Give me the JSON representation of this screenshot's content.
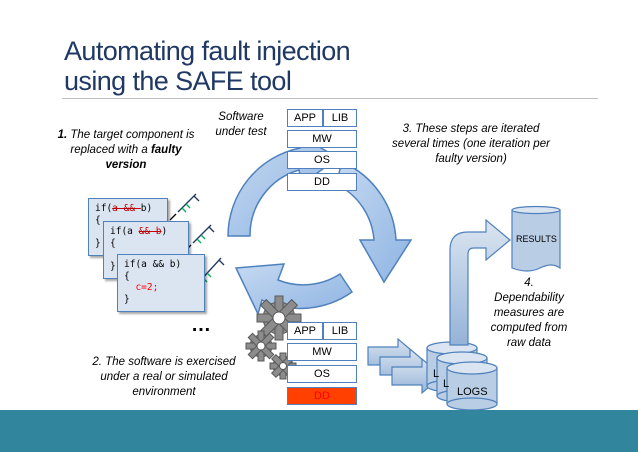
{
  "title": {
    "line1": "Automating fault injection",
    "line2": "using the SAFE tool"
  },
  "captions": {
    "step1_num": "1.",
    "step1_text": "The target component is replaced with a",
    "step1_bold": "faulty version",
    "software_under_test": "Software under test",
    "step3": "3. These steps are iterated several times (one iteration per faulty version)",
    "step2": "2. The software is exercised under a real or simulated environment",
    "step4": "4. Dependability measures are computed from raw data"
  },
  "top_stack": {
    "app": "APP",
    "lib": "LIB",
    "mw": "MW",
    "os": "OS",
    "dd": "DD"
  },
  "bottom_stack": {
    "app": "APP",
    "lib": "LIB",
    "mw": "MW",
    "os": "OS",
    "dd": "DD"
  },
  "code_cards": [
    {
      "line1_pre": "if(",
      "line1_strike": "a && ",
      "line1_post": "b)",
      "line2": "{",
      "line3": "}"
    },
    {
      "line1_pre": "if(a ",
      "line1_strike": "&& b",
      "line1_post": ")",
      "line2": "{",
      "line3": "}"
    },
    {
      "line1": "if(a && b)",
      "line2": "{",
      "line3": "c=2;",
      "line4": "}"
    }
  ],
  "ellipsis": "…",
  "logs_label": "LOGS",
  "logs_back_1": "L",
  "logs_back_2": "L",
  "results_label": "RESULTS",
  "colors": {
    "title": "#1f3864",
    "accent": "#4f81bd",
    "bar": "#31859c",
    "fault": "#ff4000"
  }
}
